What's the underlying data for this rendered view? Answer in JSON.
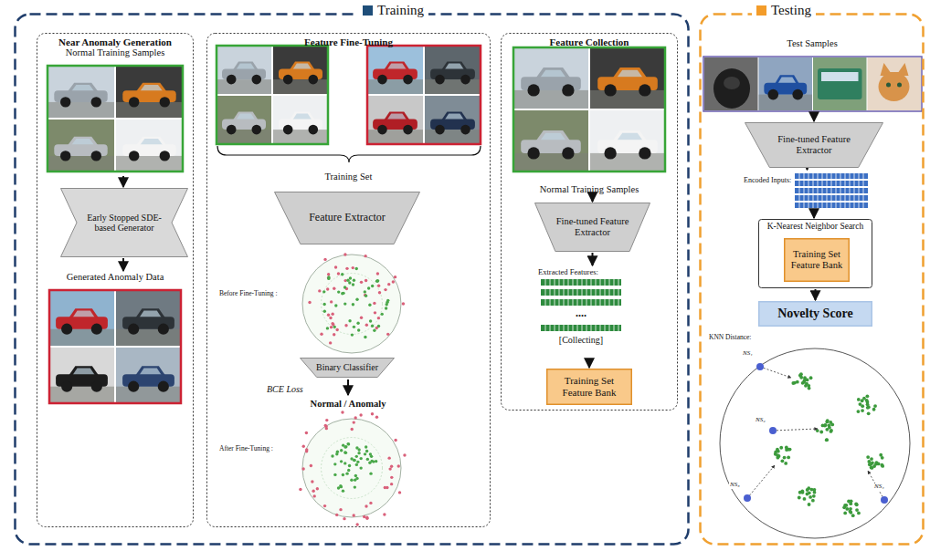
{
  "diagram": {
    "nodes": [
      {
        "text": [
          "Training"
        ]
      },
      {
        "text": [
          "Near Anomaly Generation"
        ],
        "in": 0
      },
      {
        "text": [
          "Normal Training Samples"
        ],
        "in": 1
      },
      {
        "text": [
          "Early Stopped SDE-based Generator"
        ],
        "in": 1
      },
      {
        "text": [
          "Generated Anomaly Data"
        ],
        "in": 1
      },
      {
        "text": [
          "Feature Fine-Tuning"
        ],
        "in": 0
      },
      {
        "text": [
          "Training Set"
        ],
        "in": 5
      },
      {
        "text": [
          "Feature Extractor"
        ],
        "in": 5
      },
      {
        "text": [
          "Before Fine-Tuning :"
        ],
        "in": 5
      },
      {
        "text": [
          "Binary Classifier"
        ],
        "in": 5
      },
      {
        "text": [
          "After Fine-Tuning :"
        ],
        "in": 5
      },
      {
        "text": [
          "Feature Collection"
        ],
        "in": 0
      },
      {
        "text": [
          "Normal Training Samples"
        ],
        "in": 11
      },
      {
        "text": [
          "Fine-tuned Feature Extractor"
        ],
        "in": 11
      },
      {
        "text": [
          "Extracted Features:"
        ],
        "in": 11
      },
      {
        "text": [
          "Training Set Feature Bank"
        ],
        "in": 11
      },
      {
        "text": [
          "Testing"
        ]
      },
      {
        "text": [
          "Test Samples"
        ],
        "in": 16
      },
      {
        "text": [
          "Fine-tuned Feature Extractor"
        ],
        "in": 16
      },
      {
        "text": [
          "Encoded Inputs:"
        ],
        "in": 16
      },
      {
        "text": [
          "K-Nearest Neighbor Search"
        ],
        "in": 16
      },
      {
        "text": [
          "Training Set Feature Bank"
        ],
        "in": 20
      },
      {
        "text": [
          "Novelty Score"
        ],
        "in": 16
      },
      {
        "text": [
          "KNN Distance:"
        ],
        "in": 16
      }
    ],
    "edges": [
      {
        "from": 2,
        "to": 3,
        "arrow": "to"
      },
      {
        "from": 3,
        "to": 4,
        "arrow": "to"
      },
      {
        "from": 12,
        "to": 13,
        "arrow": "to"
      },
      {
        "from": 13,
        "to": 14,
        "arrow": "to"
      },
      {
        "from": 14,
        "to": 15,
        "arrow": "to"
      },
      {
        "from": 17,
        "to": 18,
        "arrow": "to"
      },
      {
        "from": 18,
        "to": 19,
        "arrow": "to"
      },
      {
        "from": 19,
        "to": 20,
        "arrow": "to"
      },
      {
        "from": 20,
        "to": 22,
        "arrow": "to"
      }
    ],
    "labels": [
      "BCE Loss",
      "Normal / Anomaly",
      "....",
      "[Collecting]",
      "NS₁",
      "NS₂",
      "NS₃",
      "NS₄"
    ]
  }
}
